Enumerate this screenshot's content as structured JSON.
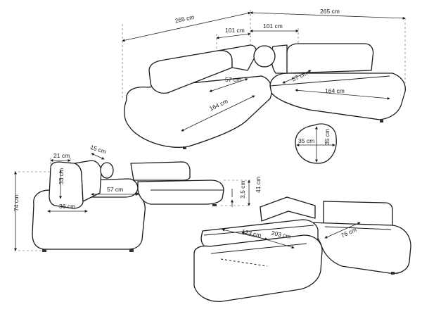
{
  "dimensions": {
    "top_width_left": "265 cm",
    "top_width_right": "265 cm",
    "top_back_left": "101 cm",
    "top_back_right": "101 cm",
    "top_depth_left": "57 cm",
    "top_depth_right": "57 cm",
    "top_length_left": "164 cm",
    "top_length_right": "164 cm",
    "cushion_width": "35 cm",
    "cushion_height": "35 cm",
    "side_arm_width": "21 cm",
    "side_cushion": "15 cm",
    "side_back_height": "33 cm",
    "side_seat_depth": "57 cm",
    "side_seat_height": "41 cm",
    "side_base_depth": "36 cm",
    "side_gap": "3,5 cm",
    "side_total_height": "74 cm",
    "bed_length_a": "123 cm",
    "bed_length_b": "203 cm",
    "bed_depth": "76 cm"
  }
}
